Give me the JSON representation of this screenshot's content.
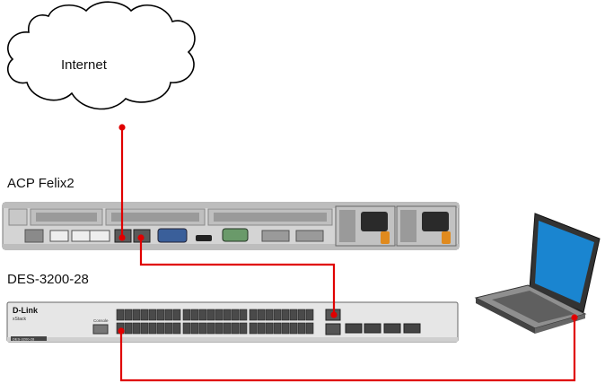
{
  "diagram": {
    "cloud": {
      "label": "Internet"
    },
    "server": {
      "label": "ACP Felix2"
    },
    "switch": {
      "label": "DES-3200-28",
      "brand": "D-Link",
      "sub_brand": "xStack",
      "console_label": "Console",
      "model_badge": "DES-3200-28"
    },
    "laptop": {
      "label": ""
    }
  },
  "colors": {
    "cable": "#e00000",
    "dot": "#e00000",
    "cloud_stroke": "#000000",
    "server_body": "#d6d6d6",
    "switch_body": "#e6e6e6",
    "laptop_screen": "#1a85d0"
  },
  "connections": [
    {
      "from": "cloud",
      "to": "server-port-1"
    },
    {
      "from": "server-port-2",
      "to": "switch-uplink-port"
    },
    {
      "from": "switch-port-1",
      "to": "laptop"
    }
  ]
}
